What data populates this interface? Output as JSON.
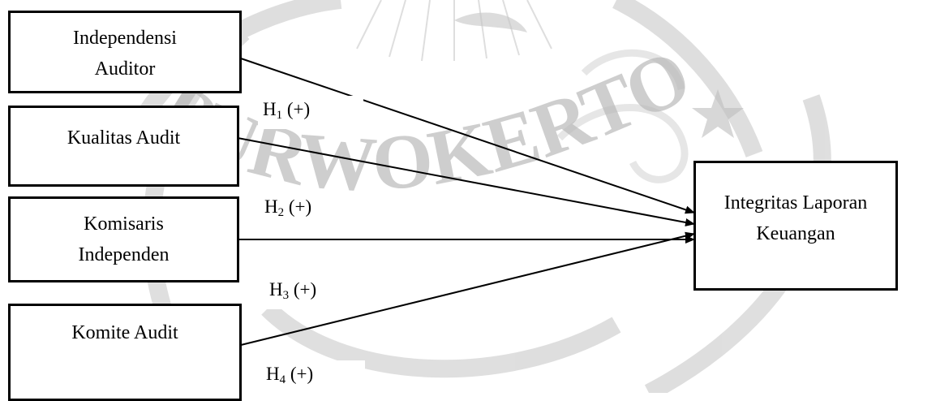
{
  "diagram": {
    "independent_variables": [
      {
        "id": "x1",
        "lines": [
          "Independensi",
          "Auditor"
        ]
      },
      {
        "id": "x2",
        "lines": [
          "Kualitas Audit"
        ]
      },
      {
        "id": "x3",
        "lines": [
          "Komisaris",
          "Independen"
        ]
      },
      {
        "id": "x4",
        "lines": [
          "Komite Audit"
        ]
      }
    ],
    "dependent_variable": {
      "id": "y",
      "lines": [
        "Integritas Laporan",
        "Keuangan"
      ]
    },
    "hypotheses": [
      {
        "letter": "H",
        "index": "1",
        "sign": "(+)",
        "from": "x1",
        "to": "y"
      },
      {
        "letter": "H",
        "index": "2",
        "sign": "(+)",
        "from": "x2",
        "to": "y"
      },
      {
        "letter": "H",
        "index": "3",
        "sign": "(+)",
        "from": "x3",
        "to": "y"
      },
      {
        "letter": "H",
        "index": "4",
        "sign": "(+)",
        "from": "x4",
        "to": "y"
      }
    ],
    "watermark_text": "PURWOKERTO",
    "watermark_color": "#b5b5b5"
  }
}
